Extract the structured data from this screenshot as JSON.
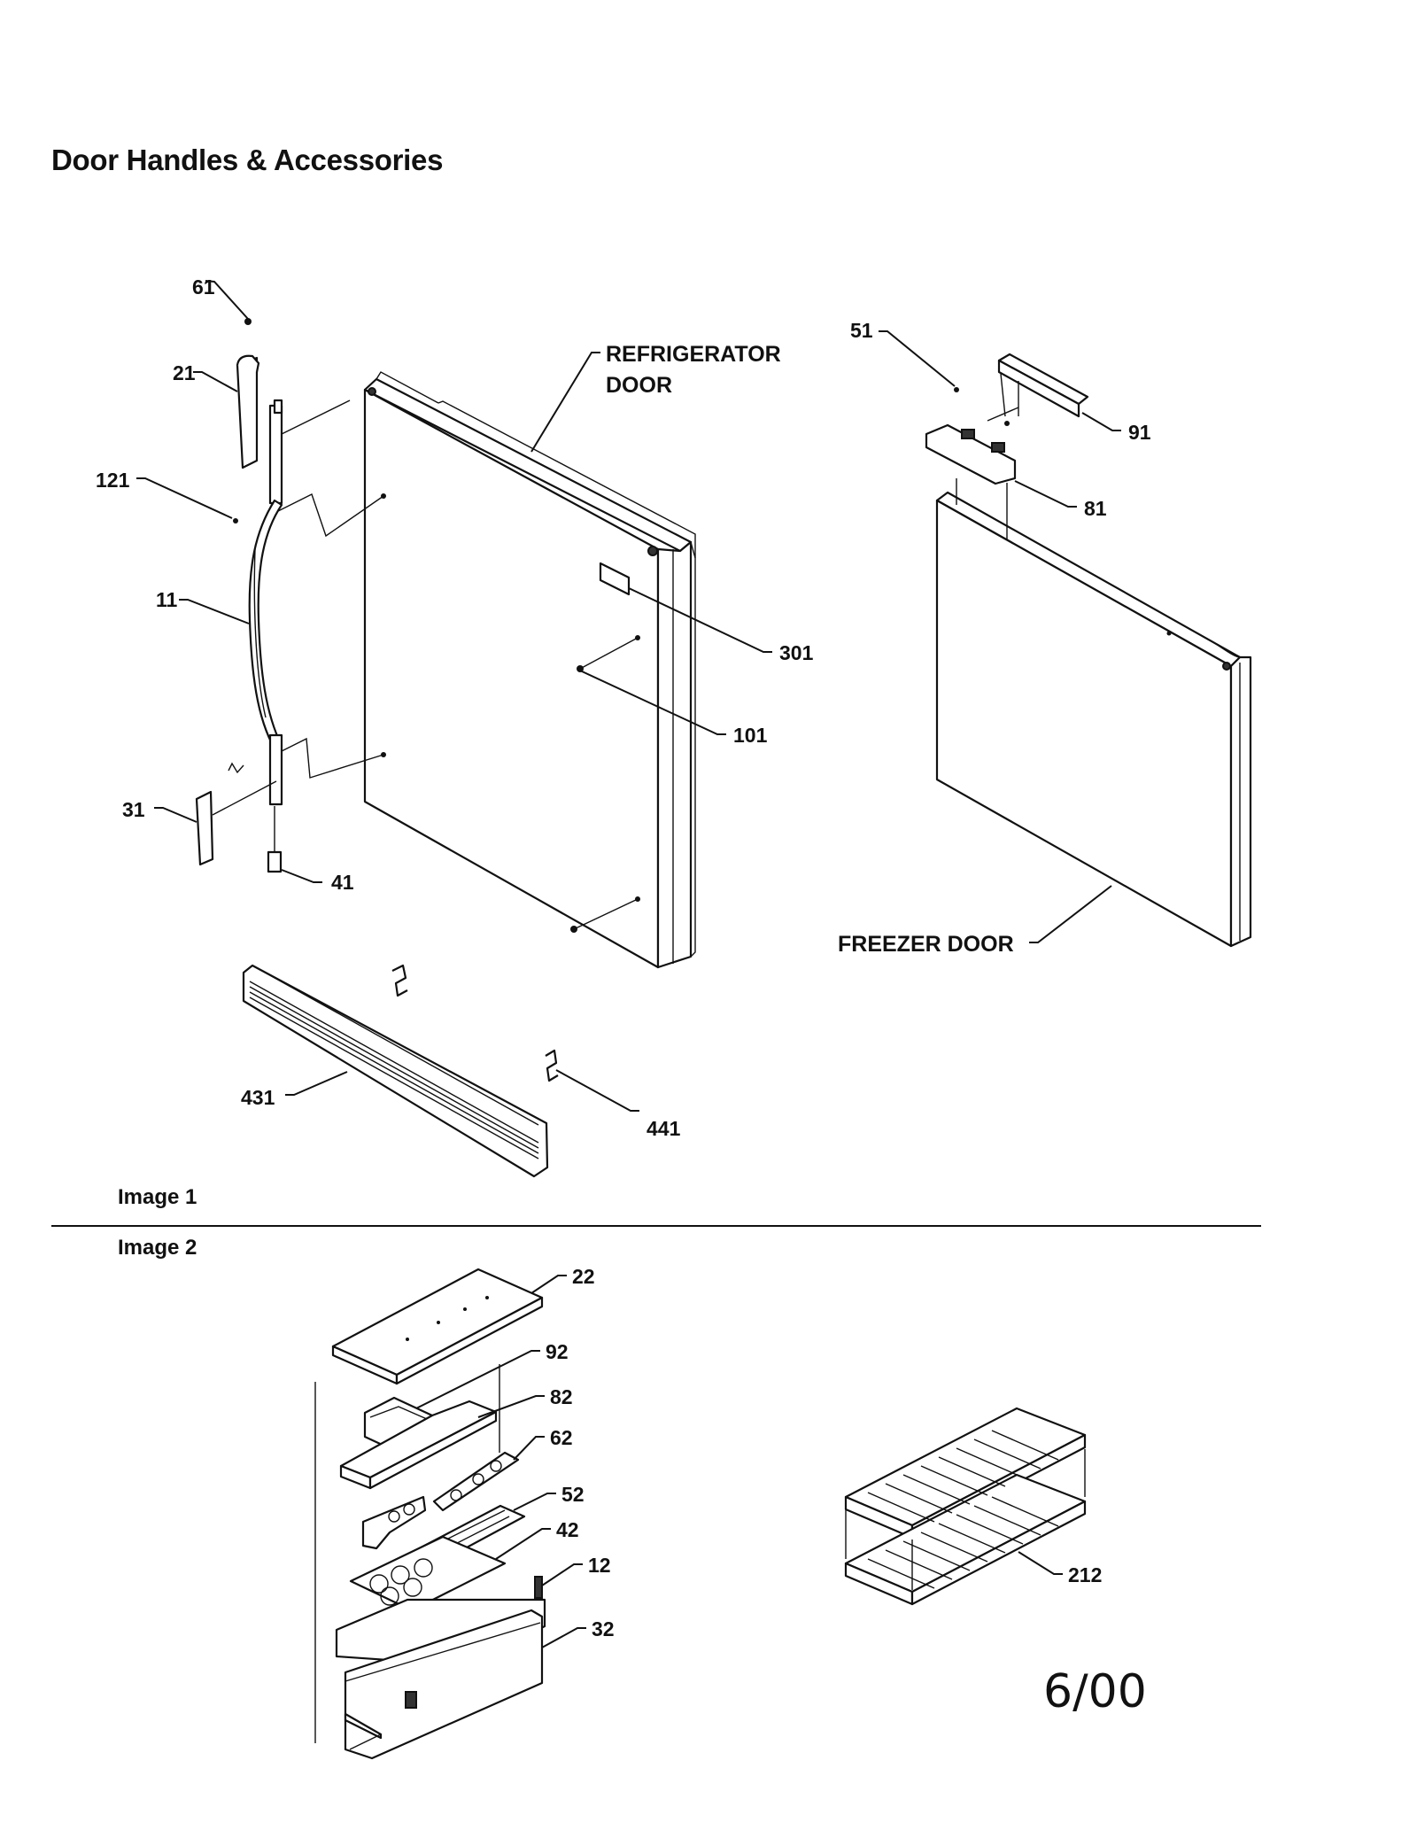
{
  "page": {
    "title": "Door Handles & Accessories",
    "image1_label": "Image 1",
    "image2_label": "Image 2",
    "date": "6/00"
  },
  "image1": {
    "callouts": [
      "61",
      "21",
      "121",
      "11",
      "31",
      "41",
      "301",
      "101",
      "51",
      "91",
      "81",
      "431",
      "441"
    ],
    "labels": {
      "refrigerator_door_line1": "REFRIGERATOR",
      "refrigerator_door_line2": "DOOR",
      "freezer_door": "FREEZER DOOR"
    }
  },
  "image2": {
    "callouts": [
      "22",
      "92",
      "82",
      "62",
      "52",
      "42",
      "12",
      "32",
      "212"
    ]
  }
}
